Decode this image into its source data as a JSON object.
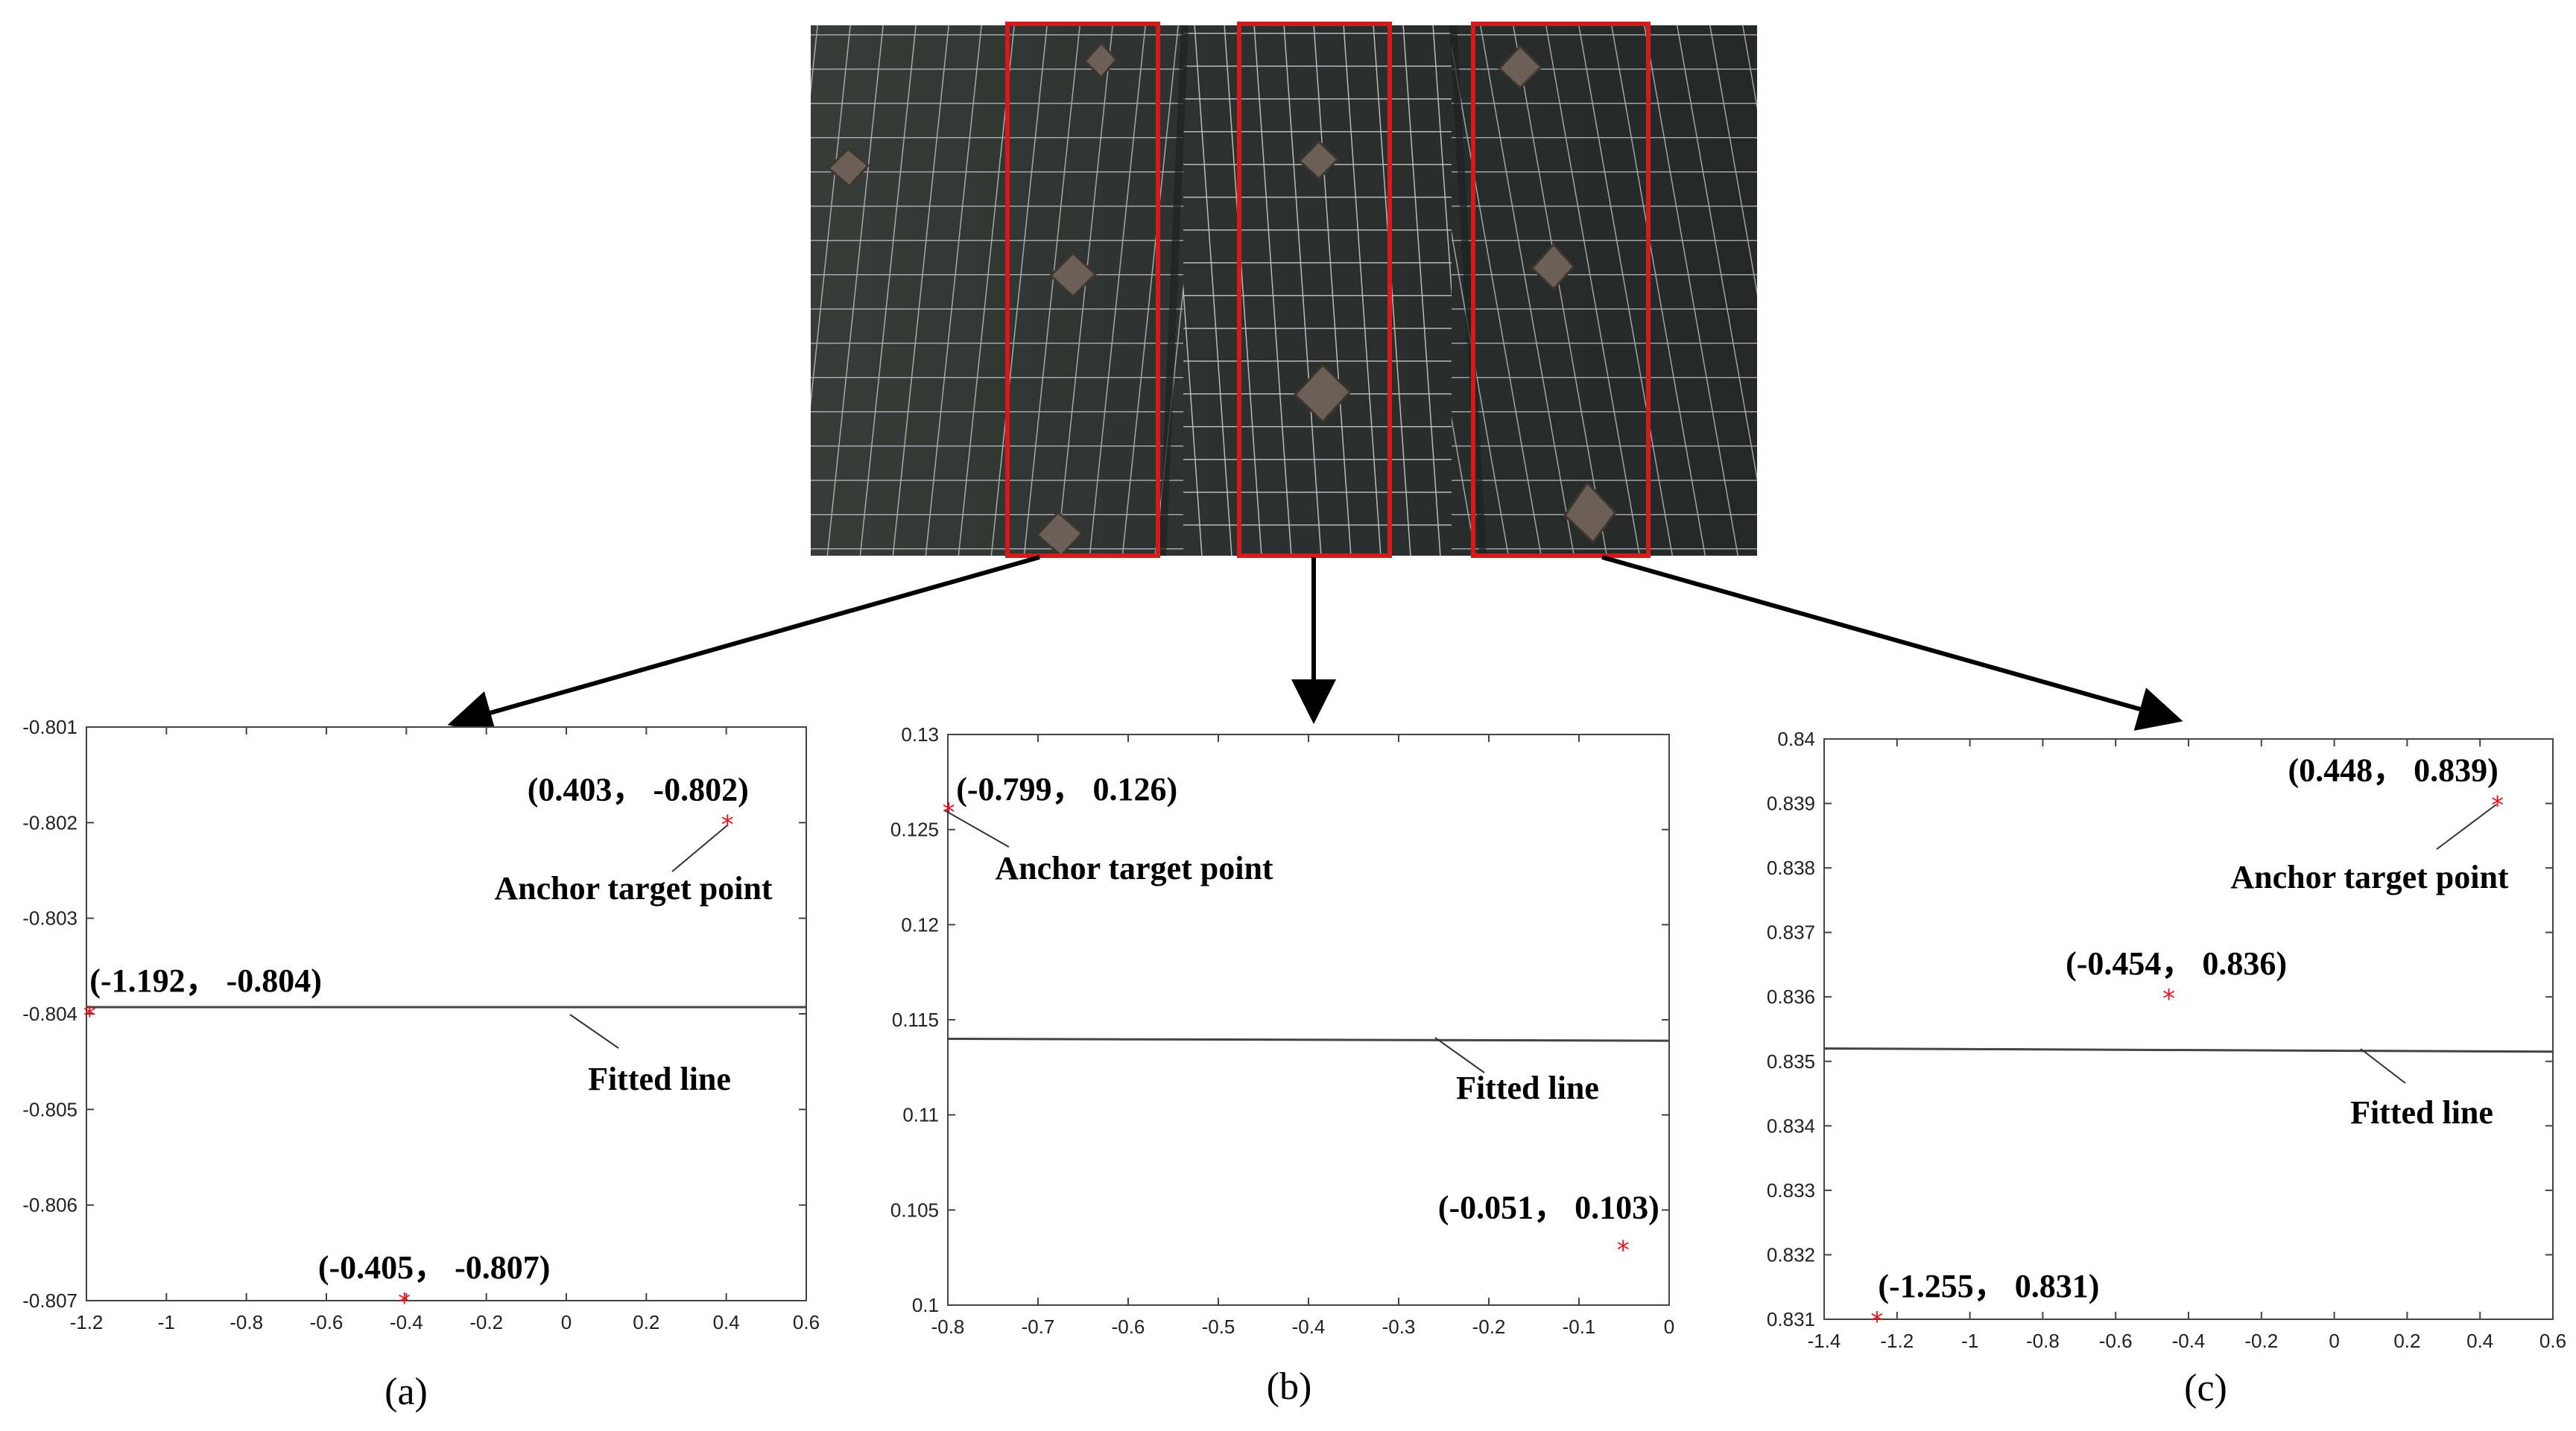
{
  "colors": {
    "point": "#e8141e",
    "box": "#d41a1a",
    "line": "#444444",
    "photo_bg": "#2a2e2c",
    "grid": "#c9ced4"
  },
  "photo": {
    "description_icon": "photo-of-anchored-mesh-slope"
  },
  "chart_data": [
    {
      "type": "scatter",
      "caption": "(a)",
      "xlim": [
        -1.2,
        0.6
      ],
      "ylim": [
        -0.807,
        -0.801
      ],
      "xticks": [
        "-1.2",
        "-1",
        "-0.8",
        "-0.6",
        "-0.4",
        "-0.2",
        "0",
        "0.2",
        "0.4",
        "0.6"
      ],
      "xtick_values": [
        -1.2,
        -1,
        -0.8,
        -0.6,
        -0.4,
        -0.2,
        0,
        0.2,
        0.4,
        0.6
      ],
      "yticks": [
        "-0.801",
        "-0.802",
        "-0.803",
        "-0.804",
        "-0.805",
        "-0.806",
        "-0.807"
      ],
      "ytick_values": [
        -0.801,
        -0.802,
        -0.803,
        -0.804,
        -0.805,
        -0.806,
        -0.807
      ],
      "points": [
        {
          "x": -1.192,
          "y": -0.804,
          "label": "(-1.192， -0.804)"
        },
        {
          "x": 0.403,
          "y": -0.802,
          "label": "(0.403， -0.802)"
        },
        {
          "x": -0.405,
          "y": -0.807,
          "label": "(-0.405， -0.807)"
        }
      ],
      "fitted_line": {
        "x": [
          -1.2,
          0.6
        ],
        "y": [
          -0.80393,
          -0.80393
        ]
      },
      "annotations": {
        "anchor": "Anchor target point",
        "fitted": "Fitted line"
      }
    },
    {
      "type": "scatter",
      "caption": "(b)",
      "xlim": [
        -0.8,
        0
      ],
      "ylim": [
        0.1,
        0.13
      ],
      "xticks": [
        "-0.8",
        "-0.7",
        "-0.6",
        "-0.5",
        "-0.4",
        "-0.3",
        "-0.2",
        "-0.1",
        "0"
      ],
      "xtick_values": [
        -0.8,
        -0.7,
        -0.6,
        -0.5,
        -0.4,
        -0.3,
        -0.2,
        -0.1,
        0
      ],
      "yticks": [
        "0.13",
        "0.125",
        "0.12",
        "0.115",
        "0.11",
        "0.105",
        "0.1"
      ],
      "ytick_values": [
        0.13,
        0.125,
        0.12,
        0.115,
        0.11,
        0.105,
        0.1
      ],
      "points": [
        {
          "x": -0.799,
          "y": 0.126,
          "label": "(-0.799， 0.126)"
        },
        {
          "x": -0.051,
          "y": 0.103,
          "label": "(-0.051， 0.103)"
        }
      ],
      "fitted_line": {
        "x": [
          -0.8,
          0
        ],
        "y": [
          0.114,
          0.1139
        ]
      },
      "annotations": {
        "anchor": "Anchor target point",
        "fitted": "Fitted line"
      }
    },
    {
      "type": "scatter",
      "caption": "(c)",
      "xlim": [
        -1.4,
        0.6
      ],
      "ylim": [
        0.831,
        0.84
      ],
      "xticks": [
        "-1.4",
        "-1.2",
        "-1",
        "-0.8",
        "-0.6",
        "-0.4",
        "-0.2",
        "0",
        "0.2",
        "0.4",
        "0.6"
      ],
      "xtick_values": [
        -1.4,
        -1.2,
        -1,
        -0.8,
        -0.6,
        -0.4,
        -0.2,
        0,
        0.2,
        0.4,
        0.6
      ],
      "yticks": [
        "0.84",
        "0.839",
        "0.838",
        "0.837",
        "0.836",
        "0.835",
        "0.834",
        "0.833",
        "0.832",
        "0.831"
      ],
      "ytick_values": [
        0.84,
        0.839,
        0.838,
        0.837,
        0.836,
        0.835,
        0.834,
        0.833,
        0.832,
        0.831
      ],
      "points": [
        {
          "x": 0.448,
          "y": 0.839,
          "label": "(0.448， 0.839)"
        },
        {
          "x": -0.454,
          "y": 0.836,
          "label": "(-0.454， 0.836)"
        },
        {
          "x": -1.255,
          "y": 0.831,
          "label": "(-1.255， 0.831)"
        }
      ],
      "fitted_line": {
        "x": [
          -1.4,
          0.6
        ],
        "y": [
          0.8352,
          0.83515
        ]
      },
      "annotations": {
        "anchor": "Anchor target point",
        "fitted": "Fitted line"
      }
    }
  ]
}
